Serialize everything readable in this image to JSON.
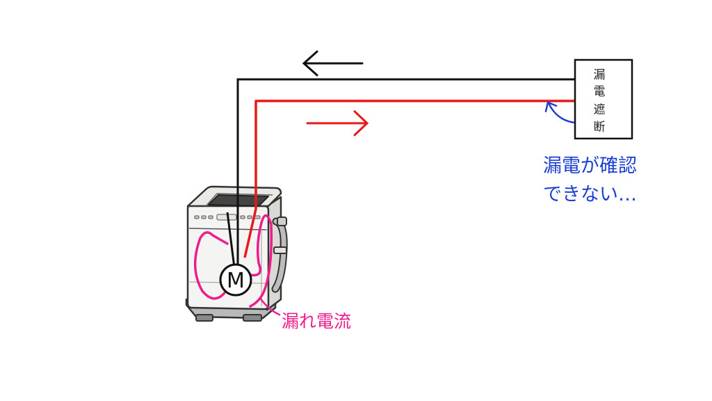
{
  "breaker": {
    "label_chars": [
      "漏",
      "電",
      "遮",
      "断"
    ]
  },
  "motor": {
    "label": "M"
  },
  "labels": {
    "leak_current": "漏れ電流",
    "note_line1": "漏電が確認",
    "note_line2": "できない…"
  },
  "colors": {
    "return_wire": "#111111",
    "supply_wire": "#e8191a",
    "leak_path": "#ec1e8c",
    "note": "#1b3fd0",
    "machine_body": "#f4f4f2",
    "machine_outline": "#333333"
  }
}
